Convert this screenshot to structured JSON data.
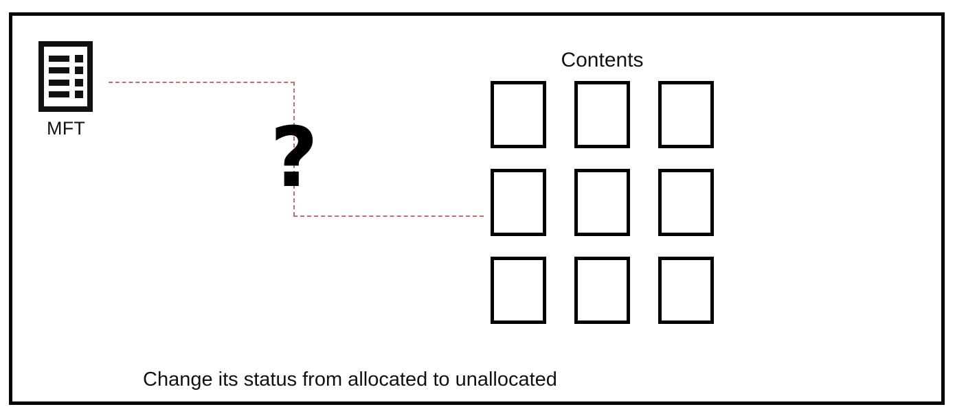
{
  "diagram": {
    "title_visible": false,
    "colors": {
      "stroke": "#000000",
      "dashed_connector": "#bd6f6a",
      "background": "#ffffff",
      "text": "#111111"
    }
  },
  "mft": {
    "label": "MFT",
    "icon_name": "mft-record-list-icon",
    "rows": [
      {
        "bar": "",
        "square": ""
      },
      {
        "bar": "",
        "square": ""
      },
      {
        "bar": "",
        "square": ""
      },
      {
        "bar": "",
        "square": ""
      }
    ]
  },
  "connector": {
    "icon_name": "dashed-link-icon",
    "style": "dashed",
    "color": "#bd6f6a",
    "marker": "?"
  },
  "question": {
    "glyph": "?"
  },
  "contents": {
    "title": "Contents",
    "boxes": [
      {
        "label": ""
      },
      {
        "label": ""
      },
      {
        "label": ""
      },
      {
        "label": ""
      },
      {
        "label": ""
      },
      {
        "label": ""
      },
      {
        "label": ""
      },
      {
        "label": ""
      },
      {
        "label": ""
      }
    ]
  },
  "caption": {
    "text": "Change its status from allocated to unallocated"
  }
}
